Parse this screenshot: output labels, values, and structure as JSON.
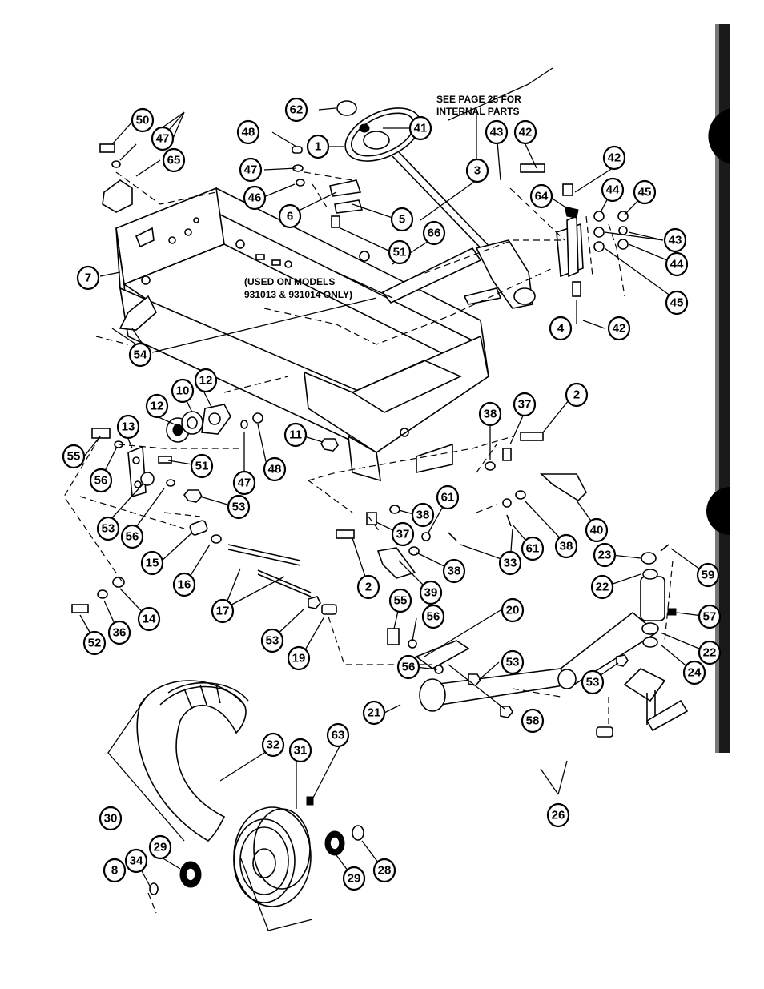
{
  "notes": {
    "see_page_line1": "SEE PAGE 25 FOR",
    "see_page_line2": "INTERNAL PARTS",
    "used_on_line1": "(USED ON MODELS",
    "used_on_line2": "931013 & 931014  ONLY)"
  },
  "callouts": [
    "62",
    "41",
    "1",
    "48",
    "50",
    "47",
    "65",
    "47",
    "46",
    "6",
    "5",
    "51",
    "66",
    "3",
    "43",
    "42",
    "64",
    "42",
    "44",
    "45",
    "43",
    "44",
    "45",
    "4",
    "42",
    "7",
    "54",
    "12",
    "10",
    "12",
    "13",
    "55",
    "56",
    "51",
    "47",
    "48",
    "11",
    "53",
    "56",
    "53",
    "15",
    "16",
    "17",
    "14",
    "36",
    "52",
    "53",
    "19",
    "38",
    "37",
    "2",
    "38",
    "61",
    "37",
    "38",
    "2",
    "39",
    "55",
    "56",
    "20",
    "53",
    "56",
    "33",
    "61",
    "38",
    "40",
    "23",
    "59",
    "22",
    "57",
    "22",
    "24",
    "53",
    "21",
    "58",
    "30",
    "32",
    "31",
    "63",
    "29",
    "34",
    "8",
    "29",
    "28",
    "26"
  ],
  "colors": {
    "ink": "#000000",
    "paper": "#ffffff"
  }
}
